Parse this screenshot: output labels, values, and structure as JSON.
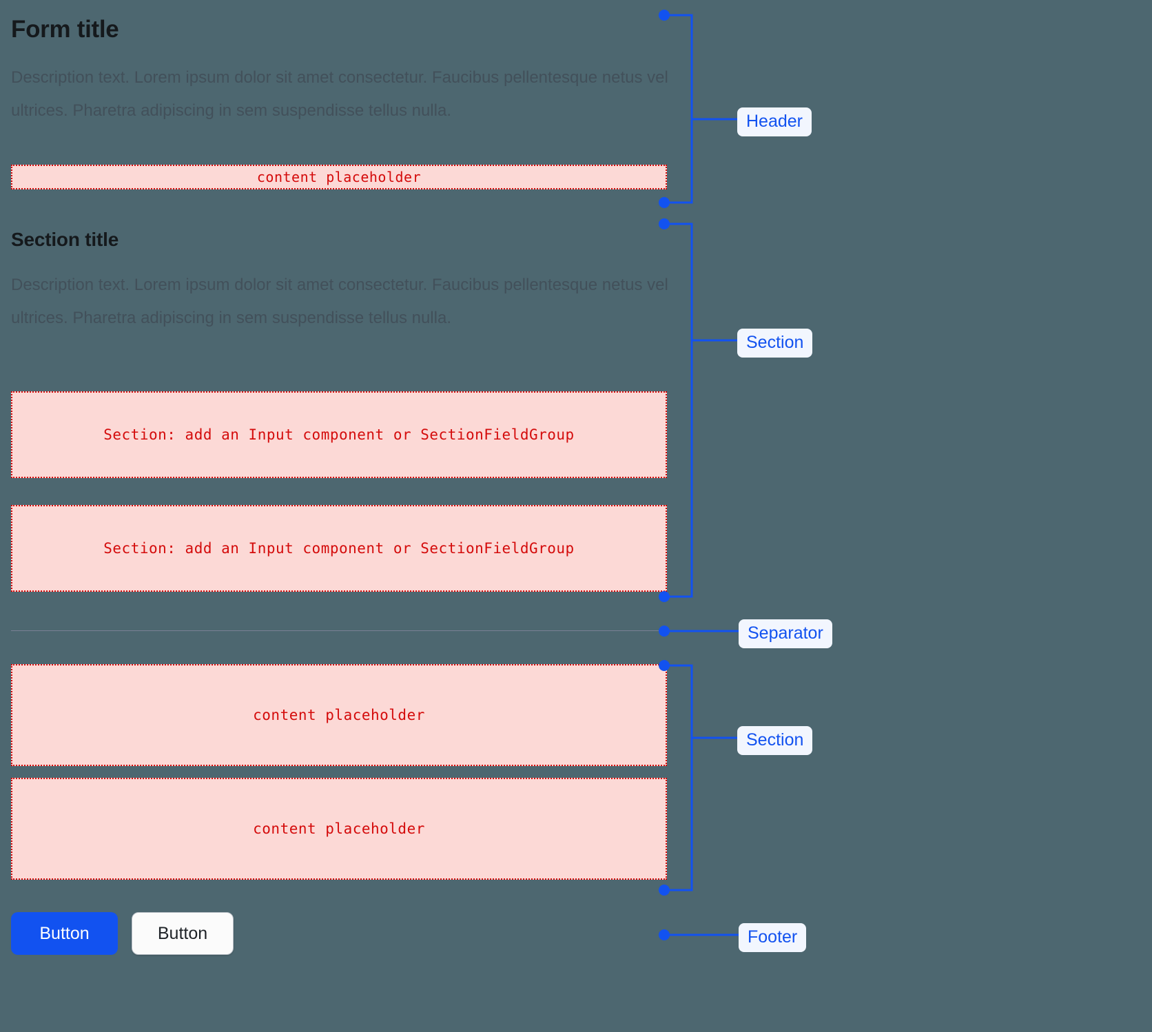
{
  "theme": {
    "page_background": "#4d6770",
    "accent_blue": "#1252f0",
    "annotation_pill_bg": "#f2f6fe",
    "placeholder_bg": "#fcd9d6",
    "placeholder_border": "#d40b0b",
    "placeholder_text": "#d40b0b",
    "heading_color": "#15191c",
    "description_color": "#42505a",
    "separator_color": "#8a8aa0"
  },
  "form": {
    "header": {
      "title": "Form title",
      "description": "Description text. Lorem ipsum dolor sit amet consectetur. Faucibus pellentesque netus vel ultrices. Pharetra adipiscing in sem suspendisse tellus nulla.",
      "placeholder": "content placeholder"
    },
    "section": {
      "title": "Section title",
      "description": "Description text. Lorem ipsum dolor sit amet consectetur. Faucibus pellentesque netus vel ultrices. Pharetra adipiscing in sem suspendisse tellus nulla.",
      "field_placeholders": [
        "Section: add an Input component or SectionFieldGroup",
        "Section: add an Input component or SectionFieldGroup"
      ]
    },
    "section_two": {
      "content_placeholders": [
        "content placeholder",
        "content placeholder"
      ]
    },
    "footer": {
      "buttons": [
        {
          "label": "Button",
          "variant": "primary"
        },
        {
          "label": "Button",
          "variant": "secondary"
        }
      ]
    }
  },
  "annotations": [
    {
      "id": "header",
      "label": "Header"
    },
    {
      "id": "section",
      "label": "Section"
    },
    {
      "id": "separator",
      "label": "Separator"
    },
    {
      "id": "section-2",
      "label": "Section"
    },
    {
      "id": "footer",
      "label": "Footer"
    }
  ]
}
